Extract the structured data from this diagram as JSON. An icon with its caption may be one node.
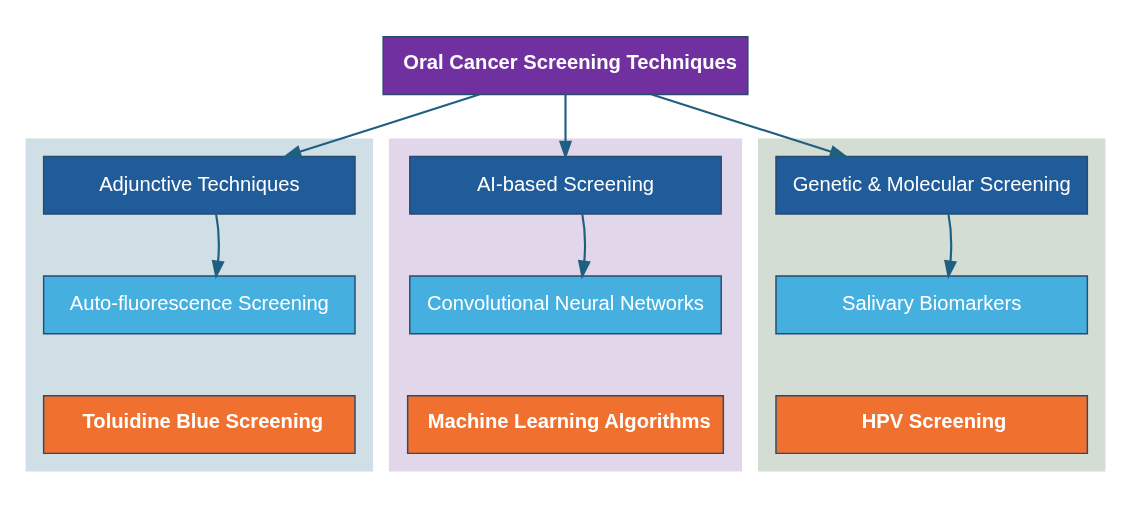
{
  "diagram": {
    "nodes": [
      {
        "text": [
          "Oral Cancer Screening Techniques"
        ]
      },
      {
        "text": [],
        "shape": "box"
      },
      {
        "text": [
          "Adjunctive Techniques"
        ],
        "in": 1
      },
      {
        "text": [
          "Auto-fluorescence Screening"
        ],
        "in": 1
      },
      {
        "text": [
          "Toluidine Blue Screening"
        ],
        "in": 1
      },
      {
        "text": [],
        "shape": "box"
      },
      {
        "text": [
          "AI-based Screening"
        ],
        "in": 5
      },
      {
        "text": [
          "Convolutional Neural Networks"
        ],
        "in": 5
      },
      {
        "text": [
          "Machine Learning Algorithms"
        ],
        "in": 5
      },
      {
        "text": [],
        "shape": "box"
      },
      {
        "text": [
          "Genetic & Molecular Screening"
        ],
        "in": 9
      },
      {
        "text": [
          "Salivary Biomarkers"
        ],
        "in": 9
      },
      {
        "text": [
          "HPV Screening"
        ],
        "in": 9
      }
    ],
    "edges": [
      {
        "from": 0,
        "to": 2,
        "arrow": "to"
      },
      {
        "from": 0,
        "to": 6,
        "arrow": "to"
      },
      {
        "from": 0,
        "to": 10,
        "arrow": "to"
      },
      {
        "from": 2,
        "to": 3,
        "arrow": "to"
      },
      {
        "from": 6,
        "to": 7,
        "arrow": "to"
      },
      {
        "from": 10,
        "to": 11,
        "arrow": "to"
      }
    ]
  }
}
